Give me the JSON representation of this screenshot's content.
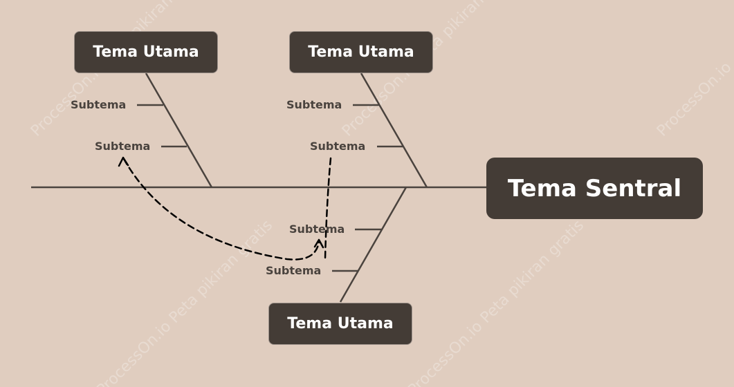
{
  "watermark": {
    "brand": "ProcessOn.io",
    "caption": "ProcessOn.io Peta pikiran gratis"
  },
  "diagram": {
    "central_topic": "Tema Sentral",
    "main_topics": [
      {
        "label": "Tema Utama",
        "subtopics": [
          "Subtema",
          "Subtema"
        ]
      },
      {
        "label": "Tema Utama",
        "subtopics": [
          "Subtema",
          "Subtema"
        ]
      },
      {
        "label": "Tema Utama",
        "subtopics": [
          "Subtema",
          "Subtema"
        ]
      }
    ]
  },
  "colors": {
    "background": "#e0cdbf",
    "box_fill": "#443c36",
    "box_text": "#ffffff",
    "line": "#4a433e",
    "subtopic_text": "#4a433e",
    "connector": "#000000"
  }
}
